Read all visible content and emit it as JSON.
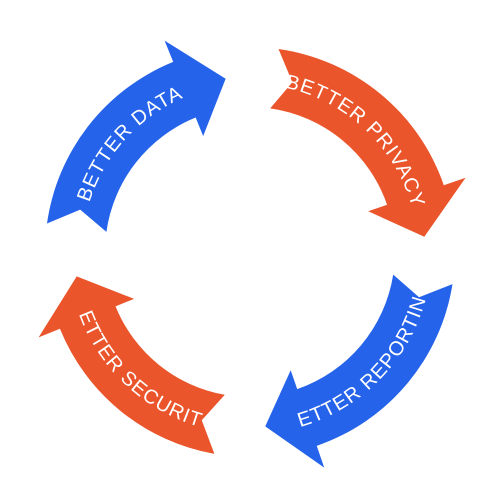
{
  "colors": {
    "blue": "#2563EB",
    "orange": "#EA552B",
    "label": "#FFFFFF",
    "background": "#FFFFFF"
  },
  "segments": [
    {
      "label": "BETTER  DATA",
      "color": "#2563EB"
    },
    {
      "label": "BETTER PRIVACY",
      "color": "#EA552B"
    },
    {
      "label": "BETTER REPORTING",
      "color": "#2563EB"
    },
    {
      "label": "BETTER SECURITY",
      "color": "#EA552B"
    }
  ]
}
